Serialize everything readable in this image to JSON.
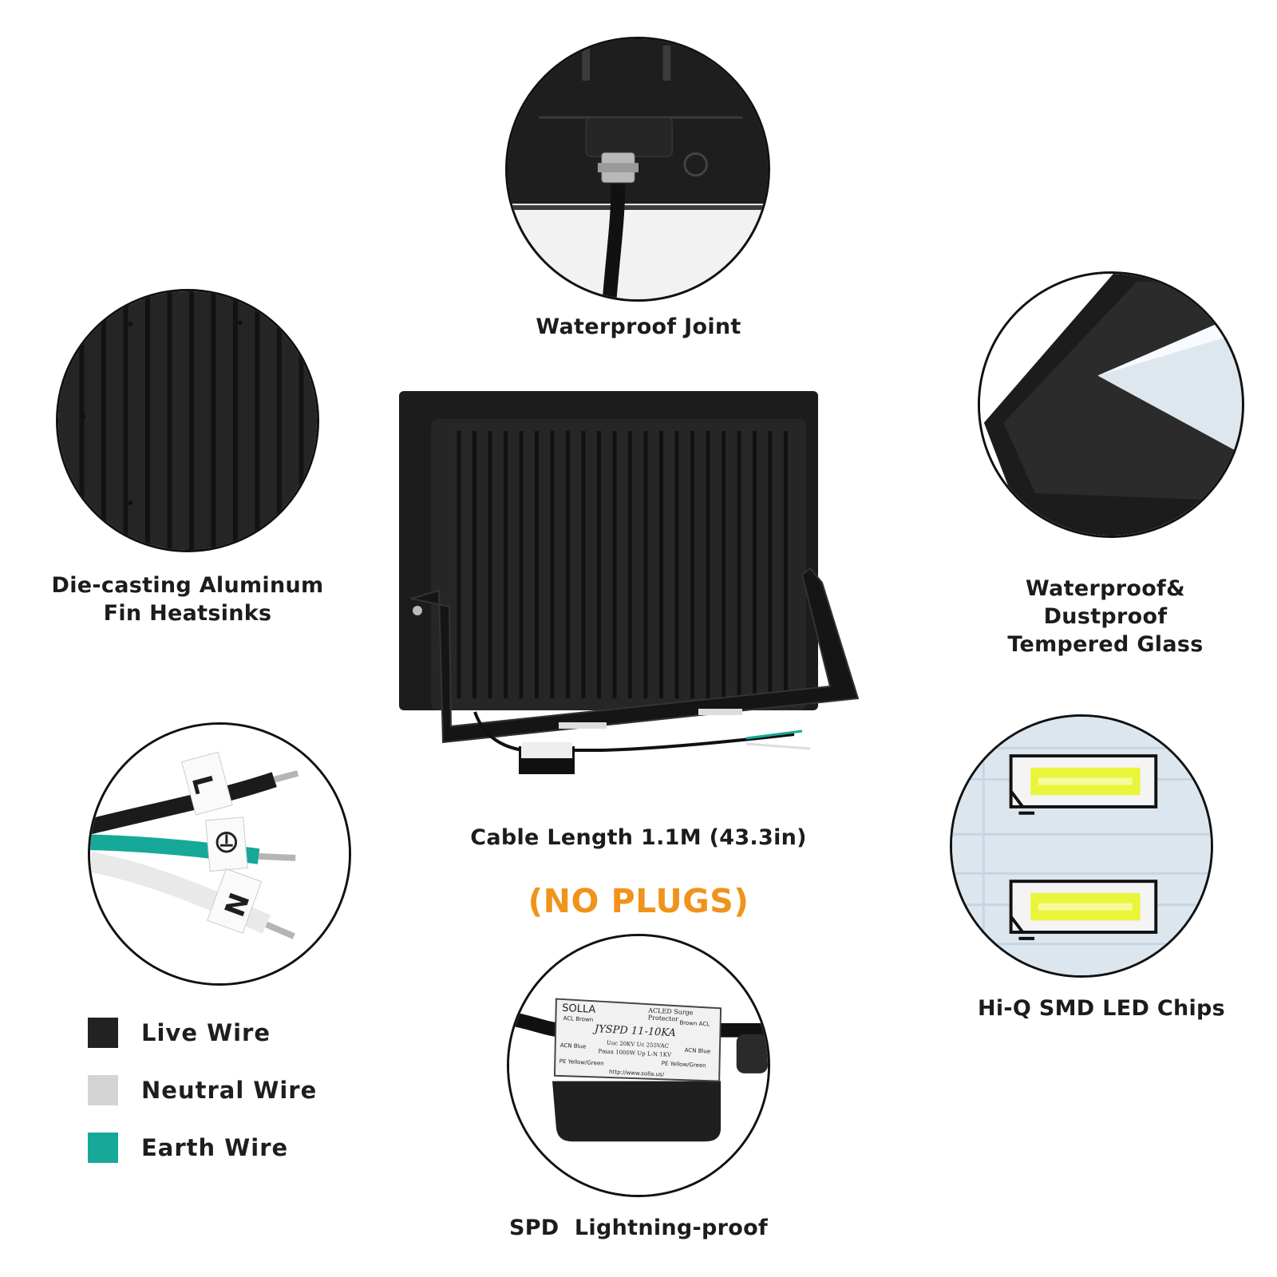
{
  "features": {
    "waterproof_joint": "Waterproof Joint",
    "heatsinks": [
      "Die-casting Aluminum",
      "Fin Heatsinks"
    ],
    "glass": [
      "Waterproof&",
      "Dustproof",
      "Tempered Glass"
    ],
    "cable_length": "Cable Length 1.1M (43.3in)",
    "no_plugs": "(NO PLUGS)",
    "led_chips": "Hi-Q SMD LED Chips",
    "spd": "SPD  Lightning-proof"
  },
  "legend": [
    {
      "label": "Live Wire",
      "color": "#222222"
    },
    {
      "label": "Neutral Wire",
      "color": "#d4d4d4"
    },
    {
      "label": "Earth Wire",
      "color": "#16a899"
    }
  ],
  "wire_tags": {
    "live": "L",
    "neutral": "N"
  },
  "spd_module": {
    "brand": "SOLLA",
    "title": "ACLED Surge Protector",
    "model": "JYSPD 11-10KA",
    "in_top": "ACL Brown",
    "out_top": "Brown ACL",
    "in_bottom": "ACN Blue",
    "out_bottom": "ACN Blue",
    "spec1": "Uoc 20KV  Uc 255VAC",
    "spec2": "Pmax 1000W  Up L-N 1KV",
    "pe_left": "PE Yellow/Green",
    "pe_right": "PE Yellow/Green",
    "url": "http://www.solla.us/"
  },
  "colors": {
    "accent": "#f0931b",
    "housing": "#1f1f1f",
    "earth": "#16a899"
  }
}
